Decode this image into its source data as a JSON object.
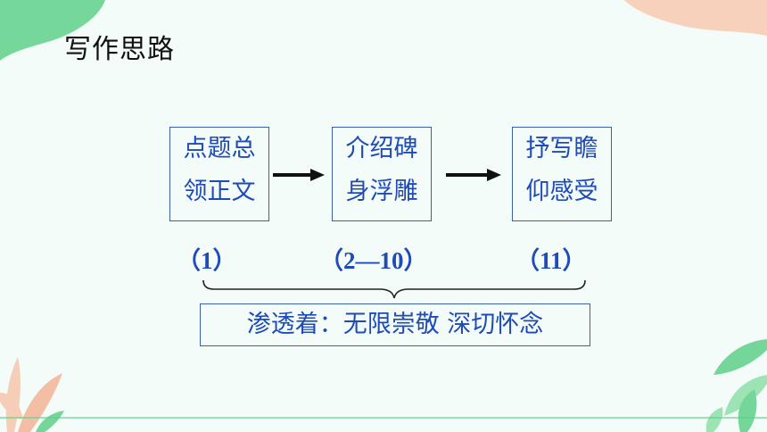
{
  "title": "写作思路",
  "boxes": [
    {
      "line1": "点题总",
      "line2": "领正文"
    },
    {
      "line1": "介绍碑",
      "line2": "身浮雕"
    },
    {
      "line1": "抒写瞻",
      "line2": "仰感受"
    }
  ],
  "labels": [
    "（1）",
    "（2—10）",
    "（11）"
  ],
  "summary": "渗透着：无限崇敬  深切怀念",
  "colors": {
    "text_blue": "#1f4bb7",
    "border": "#3b5fa8",
    "background": "#f4fcfa",
    "deco_green": "#5fd08a",
    "deco_peach": "#f7c6ad"
  },
  "icons": [
    "arrow-right-icon",
    "leaf-icon",
    "curly-brace-icon"
  ]
}
